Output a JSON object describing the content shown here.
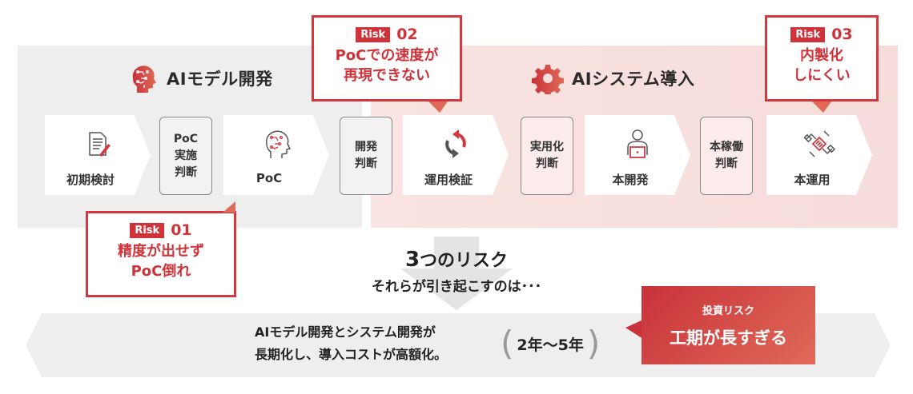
{
  "zones": {
    "ai_model": {
      "title": "AIモデル開発",
      "icon": "brain-head-icon"
    },
    "system": {
      "title": "AIシステム導入",
      "icon": "gear-icon"
    }
  },
  "steps": [
    {
      "label": "初期検討",
      "icon": "document-pen-icon"
    },
    {
      "label": "PoC",
      "icon": "brain-head-outline-icon"
    },
    {
      "label": "運用検証",
      "icon": "refresh-cycle-icon"
    },
    {
      "label": "本開発",
      "icon": "person-laptop-icon"
    },
    {
      "label": "本運用",
      "icon": "handshake-icon"
    }
  ],
  "gates": [
    {
      "lines": [
        "PoC",
        "実施",
        "判断"
      ]
    },
    {
      "lines": [
        "開発",
        "判断"
      ]
    },
    {
      "lines": [
        "実用化",
        "判断"
      ]
    },
    {
      "lines": [
        "本稼働",
        "判断"
      ]
    }
  ],
  "risks": [
    {
      "tag": "Risk",
      "num": "01",
      "lines": [
        "精度が出せず",
        "PoC倒れ"
      ]
    },
    {
      "tag": "Risk",
      "num": "02",
      "lines": [
        "PoCでの速度が",
        "再現できない"
      ]
    },
    {
      "tag": "Risk",
      "num": "03",
      "lines": [
        "内製化",
        "しにくい"
      ]
    }
  ],
  "summary": {
    "count_num": "3",
    "count_text": "つのリスク",
    "subtitle": "それらが引き起こすのは･･･"
  },
  "band": {
    "lines": [
      "AIモデル開発とシステム開発が",
      "長期化し、導入コストが高額化。"
    ],
    "period": "2年〜5年",
    "paren_open": "(",
    "paren_close": ")"
  },
  "investment": {
    "label": "投資リスク",
    "headline": "工期が長すぎる"
  },
  "colors": {
    "accent_red": "#cf3339",
    "accent_orange": "#e06a58",
    "ai_zone_bg": "#eeeeee",
    "system_zone_bg": "#f7dedc"
  }
}
